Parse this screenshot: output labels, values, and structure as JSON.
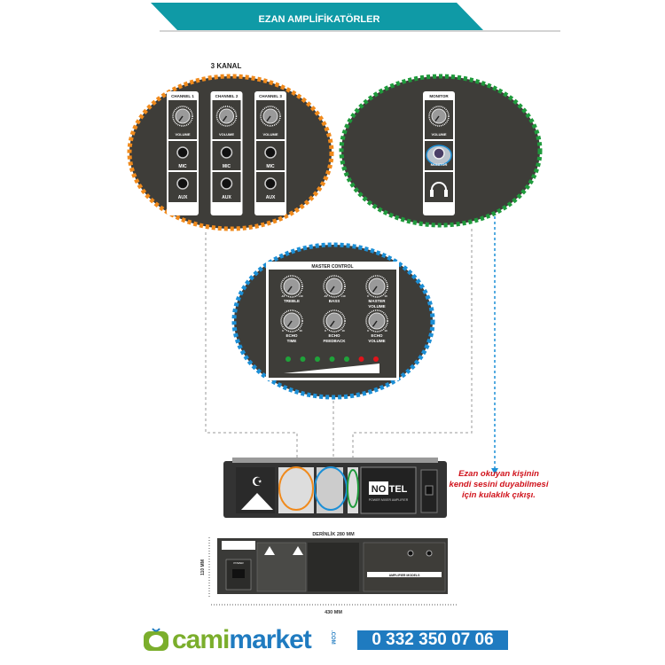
{
  "header": {
    "title": "EZAN AMPLİFİKATÖRLER"
  },
  "channels_section": {
    "title": "3 KANAL",
    "channels": [
      {
        "name": "CHANNEL 1",
        "knob": "VOLUME",
        "inputs": [
          "MIC",
          "AUX"
        ]
      },
      {
        "name": "CHANNEL 2",
        "knob": "VOLUME",
        "inputs": [
          "MIC",
          "AUX"
        ]
      },
      {
        "name": "CHANNEL 3",
        "knob": "VOLUME",
        "inputs": [
          "MIC",
          "AUX"
        ]
      }
    ],
    "scale_min": "0",
    "scale_max": "10"
  },
  "monitor_section": {
    "name": "MONITOR",
    "knob": "VOLUME",
    "jack": "MONITOR"
  },
  "master_control": {
    "title": "MASTER CONTROL",
    "knobs": [
      {
        "label1": "TREBLE",
        "label2": "",
        "min": "-10",
        "max": "+10"
      },
      {
        "label1": "BASS",
        "label2": "",
        "min": "-10",
        "max": "+10"
      },
      {
        "label1": "MASTER",
        "label2": "VOLUME",
        "min": "0",
        "max": "10"
      },
      {
        "label1": "ECHO",
        "label2": "TIME",
        "min": "0",
        "max": "10"
      },
      {
        "label1": "ECHO",
        "label2": "FEEDBACK",
        "min": "0",
        "max": "10"
      },
      {
        "label1": "ECHO",
        "label2": "VOLUME",
        "min": "0",
        "max": "10"
      }
    ],
    "leds": [
      "#1fa33a",
      "#1fa33a",
      "#1fa33a",
      "#1fa33a",
      "#1fa33a",
      "#e0141b",
      "#e0141b"
    ]
  },
  "device": {
    "brand_left": "NO",
    "brand_right": "TEL",
    "subtitle": "POWER MIXER AMPLIFIER"
  },
  "callout": {
    "text": "Ezan okuyan kişinin kendi sesini duyabilmesi için kulaklık çıkışı."
  },
  "rear": {
    "depth": "DERİNLİK 280 MM",
    "height": "110 MM",
    "width": "430 MM",
    "models_title": "AMPLIFIER MODELS",
    "power_label": "POWER"
  },
  "footer": {
    "brand_a": "cami",
    "brand_b": "market",
    "brand_com": ".COM",
    "phone": "0 332 350 07 06"
  },
  "colors": {
    "teal": "#0f9aa6",
    "orange": "#f08a1c",
    "green": "#1f9a3c",
    "blue": "#1c8fd6",
    "panel": "#3e3d39"
  }
}
